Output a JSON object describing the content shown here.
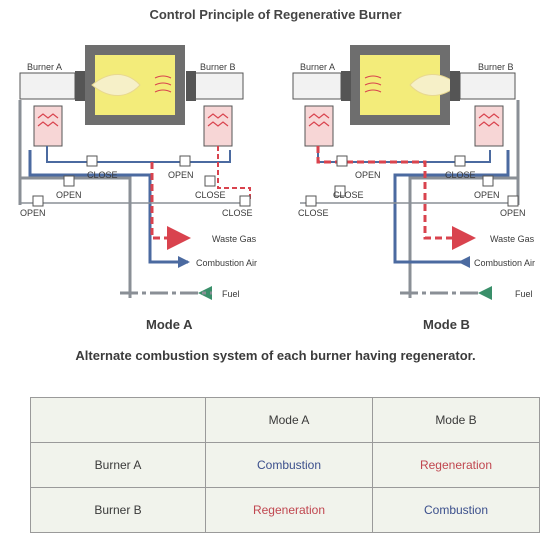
{
  "title": "Control Principle of Regenerative Burner",
  "subtitle": "Alternate combustion system of each burner having regenerator.",
  "colors": {
    "blue_line": "#4b6aa0",
    "red_dashed": "#d9434e",
    "gray_line": "#8a8f96",
    "furnace": "#f3ec7a",
    "table_bg": "#f1f3ec"
  },
  "mode_a": {
    "label": "Mode A",
    "burner_left": "Burner A",
    "burner_right": "Burner B",
    "valve_close_top": "CLOSE",
    "valve_open_top": "OPEN",
    "valve_open_mid": "OPEN",
    "valve_close_mid": "CLOSE",
    "valve_open_left": "OPEN",
    "valve_close_right": "CLOSE"
  },
  "mode_b": {
    "label": "Mode B",
    "burner_left": "Burner A",
    "burner_right": "Burner B",
    "valve_open_top": "OPEN",
    "valve_close_top": "CLOSE",
    "valve_close_mid": "CLOSE",
    "valve_open_mid": "OPEN",
    "valve_close_left": "CLOSE",
    "valve_open_right": "OPEN"
  },
  "legend": {
    "waste_gas": "Waste Gas",
    "combustion_air": "Combustion Air",
    "fuel": "Fuel"
  },
  "table": {
    "headers": [
      "",
      "Mode A",
      "Mode B"
    ],
    "rows": [
      {
        "label": "Burner A",
        "mode_a": "Combustion",
        "mode_b": "Regeneration"
      },
      {
        "label": "Burner B",
        "mode_a": "Regeneration",
        "mode_b": "Combustion"
      }
    ]
  }
}
